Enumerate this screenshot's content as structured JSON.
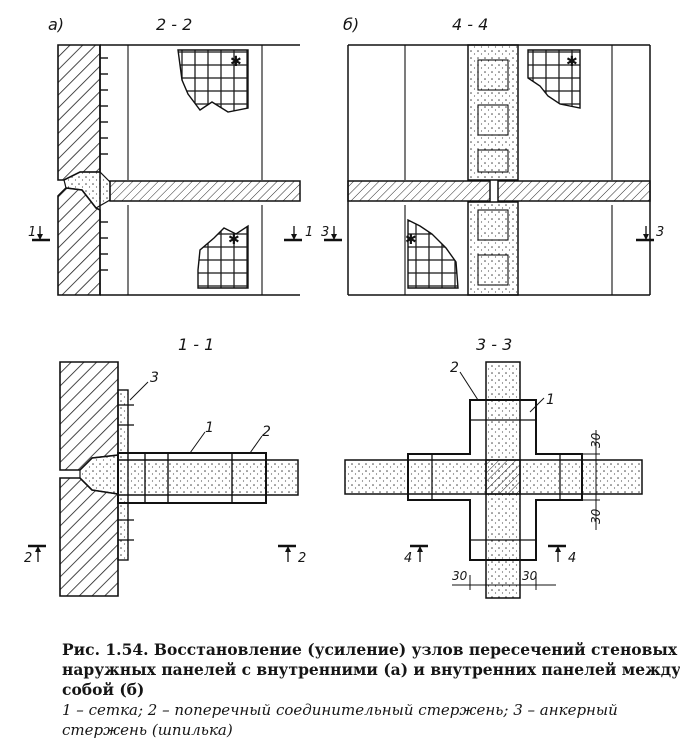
{
  "top_left": {
    "letter": "а)",
    "section": "2 - 2"
  },
  "top_right": {
    "letter": "б)",
    "section": "4 - 4"
  },
  "bottom_left": {
    "section": "1 - 1",
    "callouts": [
      "3",
      "1",
      "2"
    ]
  },
  "bottom_right": {
    "section": "3 - 3",
    "callouts": [
      "2",
      "1"
    ],
    "dims": [
      "30",
      "30",
      "30",
      "30"
    ]
  },
  "cut_marks": {
    "left_top_1": "1",
    "right_top_1": "1",
    "left_top_3": "3",
    "right_top_3": "3",
    "left_bottom_2": "2",
    "right_bottom_2": "2",
    "left_bottom_4": "4",
    "right_bottom_4": "4"
  },
  "caption": {
    "line1": "Рис. 1.54. Восстановление (усиление) узлов пересечений стеновых",
    "line2": "наружных панелей с внутренними (а) и внутренних панелей между",
    "line3": "собой (б)"
  },
  "legend": {
    "line1": "1 – сетка; 2 – поперечный соединительный стержень; 3 – анкерный",
    "line2": "стержень (шпилька)"
  }
}
